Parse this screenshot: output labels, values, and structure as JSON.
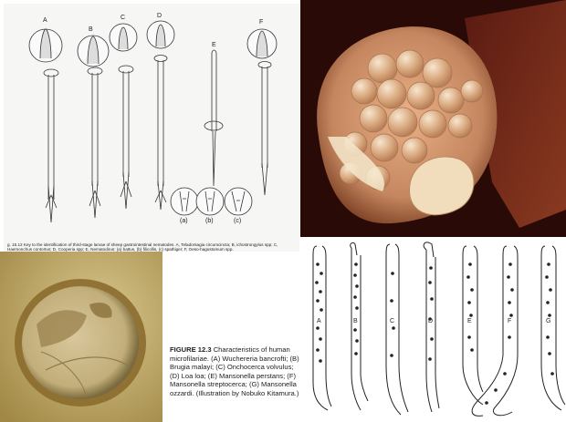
{
  "top_left": {
    "labels": [
      "A",
      "B",
      "C",
      "D",
      "E",
      "F"
    ],
    "sub_labels": [
      "(a)",
      "(b)",
      "(c)"
    ],
    "caption": "g. 15.12  Key to the identification of third-stage larvae of sheep gastrointestinal nematodes. A, Teladorsagia circumcincta; B, ichostrongylus spp; C, Haemonchus contortus; D, Cooperia spp; E, Nematodirus: (a) battus, (b) filicollis, (c) spathiger; F, Oeso-hagostomum spp."
  },
  "bottom_right": {
    "labels": [
      "A",
      "B",
      "C",
      "D",
      "E",
      "F",
      "G"
    ]
  },
  "caption": {
    "figure_label": "FIGURE 12.3",
    "text": "Characteristics of human microfilariae. (A) Wuchereria bancrofti; (B) Brugia malayi; (C) Onchocerca volvulus; (D) Loa loa; (E) Mansonella perstans; (F) Mansonella streptocerca; (G) Mansonella ozzardi. (Illustration by Nobuko Kitamura.)"
  }
}
